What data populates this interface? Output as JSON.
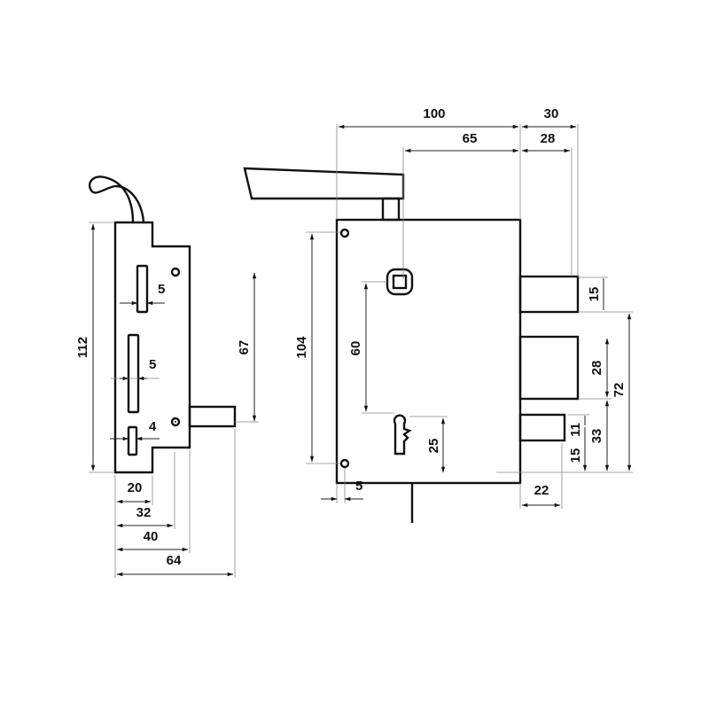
{
  "title": "Lock dimensional drawing",
  "side_view": {
    "height": "112",
    "bolt_height": "67",
    "slot_top_width": "5",
    "slot_middle_width": "5",
    "slot_bottom_width": "4",
    "width_20": "20",
    "width_32": "32",
    "width_40": "40",
    "width_64": "64"
  },
  "front_view": {
    "width_100": "100",
    "bolt_30": "30",
    "spindle_65": "65",
    "bolt_28_top": "28",
    "height_104": "104",
    "center_60": "60",
    "keyhole_25": "25",
    "offset_5": "5",
    "latch_22": "22",
    "bolt_15": "15",
    "total_72": "72",
    "deadbolt_28": "28",
    "latch_11": "11",
    "latch_33": "33",
    "latch_15": "15"
  }
}
